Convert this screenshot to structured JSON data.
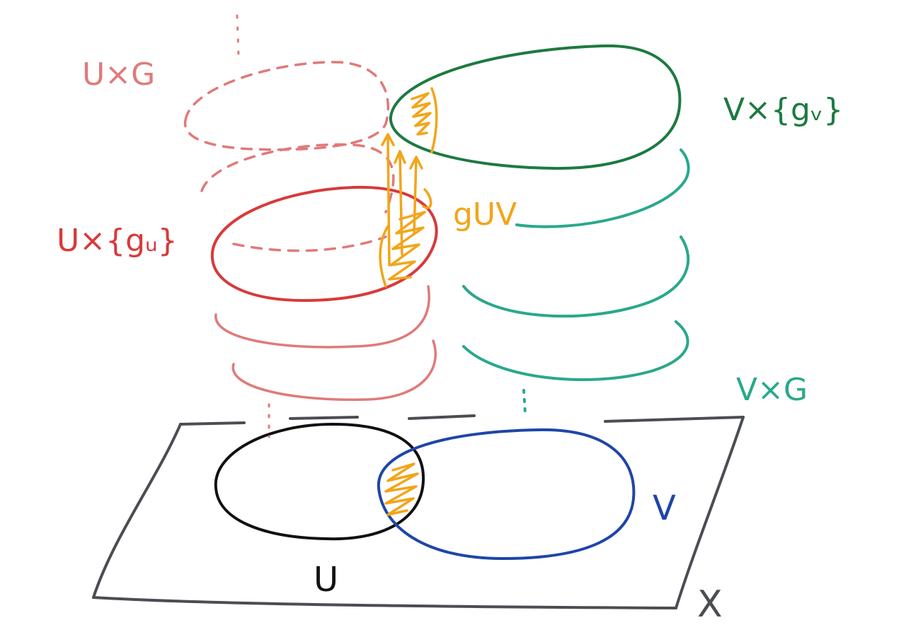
{
  "labels": {
    "u_times_g": "U×G",
    "u_times_gu": "U×{gᵤ}",
    "v_times_gv": "V×{gᵥ}",
    "v_times_g": "V×G",
    "g_uv": "gUV",
    "u": "U",
    "v": "V",
    "x": "X"
  },
  "colors": {
    "u_set": "#111111",
    "v_set": "#1f45a8",
    "base_plane": "#4a4d52",
    "u_sheet": "#d9393a",
    "u_sheet_faint": "#e07a7a",
    "v_sheet": "#1d7a40",
    "v_sheet_faint": "#2aa88c",
    "overlap_transition": "#f2a51a"
  }
}
